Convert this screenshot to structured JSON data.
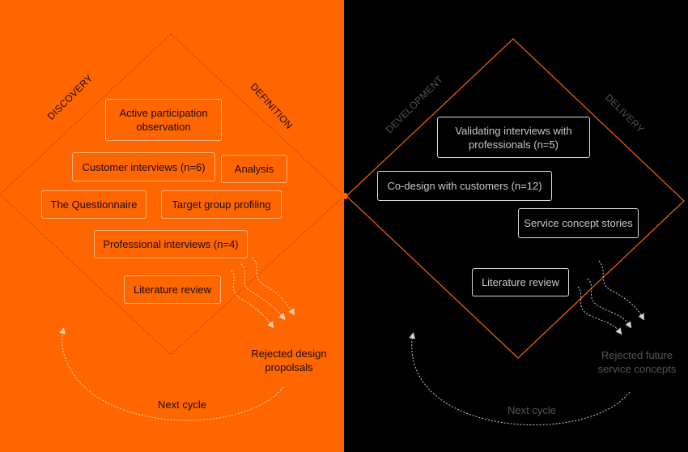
{
  "colors": {
    "left_bg": "#ff6600",
    "right_bg": "#000000",
    "left_box_border": "#ffb380",
    "left_text": "#1a0a00",
    "right_box_border": "#d9d9d9",
    "right_text": "#c8c8c8",
    "right_diamond": "#ff6600",
    "left_diamond": "#b34700"
  },
  "left": {
    "phase_discovery": "DISCOVERY",
    "phase_definition": "DEFINITION",
    "boxes": {
      "active_participation": "Active participation observation",
      "customer_interviews": "Customer interviews (n=6)",
      "analysis": "Analysis",
      "questionnaire": "The Questionnaire",
      "target_group": "Target group profiling",
      "professional_interviews": "Professional interviews (n=4)",
      "literature_review": "Literature review"
    },
    "rejected": "Rejected design propolsals",
    "next_cycle": "Next cycle"
  },
  "right": {
    "phase_development": "DEVELOPMENT",
    "phase_delivery": "DELIVERY",
    "boxes": {
      "validating_interviews": "Validating interviews with professionals (n=5)",
      "codesign": "Co-design with customers (n=12)",
      "service_concept": "Service concept stories",
      "literature_review": "Literature review"
    },
    "rejected": "Rejected future service concepts",
    "next_cycle": "Next cycle"
  }
}
